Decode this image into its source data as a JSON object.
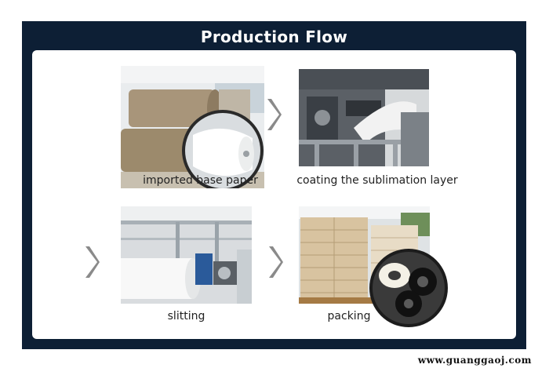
{
  "title": "Production Flow",
  "steps": [
    {
      "caption": "imported base paper",
      "image": "base-paper-rolls-photo"
    },
    {
      "caption": "coating the sublimation layer",
      "image": "coating-machine-photo"
    },
    {
      "caption": "slitting",
      "image": "slitting-machine-photo"
    },
    {
      "caption": "packing",
      "image": "packed-cartons-photo"
    }
  ],
  "arrow_icon": "chevron-right-icon",
  "watermark": "www.guanggaoj.com",
  "colors": {
    "frame": "#0d1f35",
    "panel": "#ffffff",
    "arrow": "#8a8a8a",
    "kraft": "#9c8a6c"
  }
}
